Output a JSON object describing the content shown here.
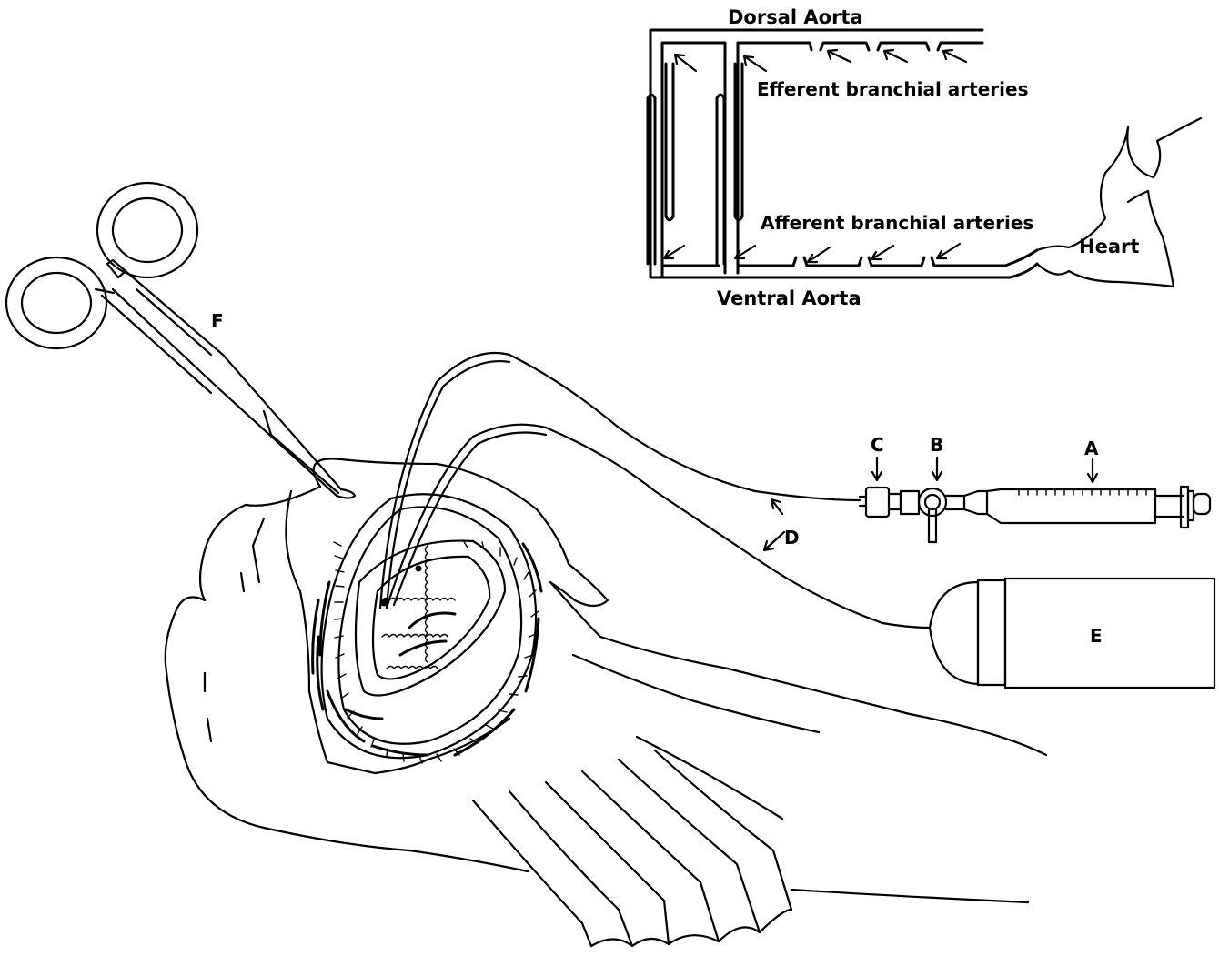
{
  "inset": {
    "dorsal_aorta": "Dorsal Aorta",
    "efferent": "Efferent branchial arteries",
    "afferent": "Afferent branchial arteries",
    "heart": "Heart",
    "ventral_aorta": "Ventral Aorta"
  },
  "labels": {
    "a": "A",
    "b": "B",
    "c": "C",
    "d": "D",
    "e": "E",
    "f": "F"
  }
}
